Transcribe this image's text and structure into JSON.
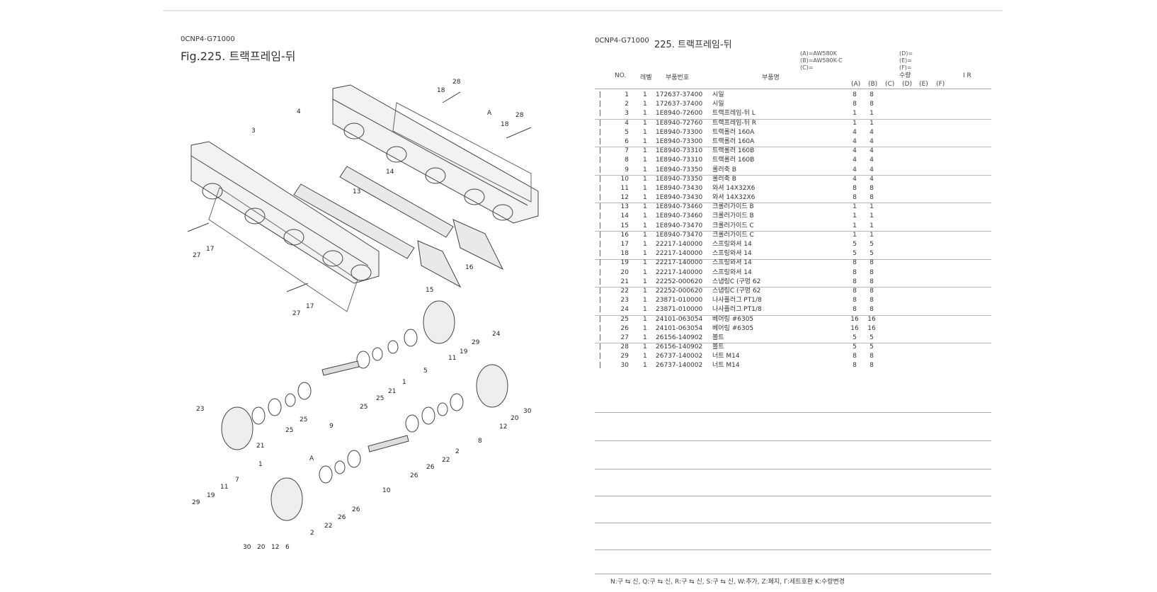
{
  "left": {
    "code": "0CNP4-G71000",
    "title": "Fig.225.  트랙프레임-뒤"
  },
  "callouts": [
    "4",
    "3",
    "28",
    "18",
    "A",
    "28",
    "18",
    "14",
    "13",
    "27",
    "17",
    "16",
    "15",
    "27",
    "17",
    "11",
    "19",
    "29",
    "24",
    "5",
    "1",
    "21",
    "25",
    "25",
    "9",
    "23",
    "21",
    "25",
    "25",
    "7",
    "11",
    "19",
    "29",
    "1",
    "A",
    "10",
    "26",
    "26",
    "22",
    "2",
    "8",
    "12",
    "20",
    "30",
    "2",
    "22",
    "26",
    "26",
    "30",
    "20",
    "12",
    "6"
  ],
  "right": {
    "code": "0CNP4-G71000",
    "title": "225.  트랙프레임-뒤",
    "models": {
      "a": "(A)=AW580K",
      "b": "(B)=AW580K-C",
      "c": "(C)=",
      "d": "(D)=",
      "e": "(E)=",
      "f": "(F)="
    },
    "headers": {
      "no": "NO.",
      "level": "레벨",
      "part_no": "부품번호",
      "name": "부품명",
      "qty": "수량",
      "flags": "I  R",
      "cols": [
        "(A)",
        "(B)",
        "(C)",
        "(D)",
        "(E)",
        "(F)"
      ]
    },
    "rows": [
      {
        "no": "1",
        "lv": "1",
        "pn": "172637-37400",
        "nm": "시일",
        "a": "8",
        "b": "8"
      },
      {
        "no": "2",
        "lv": "1",
        "pn": "172637-37400",
        "nm": "시일",
        "a": "8",
        "b": "8"
      },
      {
        "no": "3",
        "lv": "1",
        "pn": "1E8940-72600",
        "nm": "트랙프레임-뒤 L",
        "a": "1",
        "b": "1"
      },
      {
        "no": "4",
        "lv": "1",
        "pn": "1E8940-72760",
        "nm": "트랙프레임-뒤 R",
        "a": "1",
        "b": "1"
      },
      {
        "no": "5",
        "lv": "1",
        "pn": "1E8940-73300",
        "nm": "트랙롤러 160A",
        "a": "4",
        "b": "4"
      },
      {
        "no": "6",
        "lv": "1",
        "pn": "1E8940-73300",
        "nm": "트랙롤러 160A",
        "a": "4",
        "b": "4"
      },
      {
        "no": "7",
        "lv": "1",
        "pn": "1E8940-73310",
        "nm": "트랙롤러 160B",
        "a": "4",
        "b": "4"
      },
      {
        "no": "8",
        "lv": "1",
        "pn": "1E8940-73310",
        "nm": "트랙롤러 160B",
        "a": "4",
        "b": "4"
      },
      {
        "no": "9",
        "lv": "1",
        "pn": "1E8940-73350",
        "nm": "롤러축 B",
        "a": "4",
        "b": "4"
      },
      {
        "no": "10",
        "lv": "1",
        "pn": "1E8940-73350",
        "nm": "롤러축 B",
        "a": "4",
        "b": "4"
      },
      {
        "no": "11",
        "lv": "1",
        "pn": "1E8940-73430",
        "nm": "와셔 14X32X6",
        "a": "8",
        "b": "8"
      },
      {
        "no": "12",
        "lv": "1",
        "pn": "1E8940-73430",
        "nm": "와셔 14X32X6",
        "a": "8",
        "b": "8"
      },
      {
        "no": "13",
        "lv": "1",
        "pn": "1E8940-73460",
        "nm": "크롤러가이드 B",
        "a": "1",
        "b": "1"
      },
      {
        "no": "14",
        "lv": "1",
        "pn": "1E8940-73460",
        "nm": "크롤러가이드 B",
        "a": "1",
        "b": "1"
      },
      {
        "no": "15",
        "lv": "1",
        "pn": "1E8940-73470",
        "nm": "크롤러가이드 C",
        "a": "1",
        "b": "1"
      },
      {
        "no": "16",
        "lv": "1",
        "pn": "1E8940-73470",
        "nm": "크롤러가이드 C",
        "a": "1",
        "b": "1"
      },
      {
        "no": "17",
        "lv": "1",
        "pn": "22217-140000",
        "nm": "스프링와셔 14",
        "a": "5",
        "b": "5"
      },
      {
        "no": "18",
        "lv": "1",
        "pn": "22217-140000",
        "nm": "스프링와셔 14",
        "a": "5",
        "b": "5"
      },
      {
        "no": "19",
        "lv": "1",
        "pn": "22217-140000",
        "nm": "스프링와셔 14",
        "a": "8",
        "b": "8"
      },
      {
        "no": "20",
        "lv": "1",
        "pn": "22217-140000",
        "nm": "스프링와셔 14",
        "a": "8",
        "b": "8"
      },
      {
        "no": "21",
        "lv": "1",
        "pn": "22252-000620",
        "nm": "스냅링C (구멍 62",
        "a": "8",
        "b": "8"
      },
      {
        "no": "22",
        "lv": "1",
        "pn": "22252-000620",
        "nm": "스냅링C (구멍 62",
        "a": "8",
        "b": "8"
      },
      {
        "no": "23",
        "lv": "1",
        "pn": "23871-010000",
        "nm": "나사플러그 PT1/8",
        "a": "8",
        "b": "8"
      },
      {
        "no": "24",
        "lv": "1",
        "pn": "23871-010000",
        "nm": "나사플러그 PT1/8",
        "a": "8",
        "b": "8"
      },
      {
        "no": "25",
        "lv": "1",
        "pn": "24101-063054",
        "nm": "베어링 #6305",
        "a": "16",
        "b": "16"
      },
      {
        "no": "26",
        "lv": "1",
        "pn": "24101-063054",
        "nm": "베어링 #6305",
        "a": "16",
        "b": "16"
      },
      {
        "no": "27",
        "lv": "1",
        "pn": "26156-140902",
        "nm": "볼트",
        "a": "5",
        "b": "5"
      },
      {
        "no": "28",
        "lv": "1",
        "pn": "26156-140902",
        "nm": "볼트",
        "a": "5",
        "b": "5"
      },
      {
        "no": "29",
        "lv": "1",
        "pn": "26737-140002",
        "nm": "너트 M14",
        "a": "8",
        "b": "8"
      },
      {
        "no": "30",
        "lv": "1",
        "pn": "26737-140002",
        "nm": "너트 M14",
        "a": "8",
        "b": "8"
      }
    ],
    "footer": "N:구 ⇆ 신,   Q:구 ⇆ 신,   R:구 ⇆ 신,   S:구 ⇆ 신,   W:추가,   Z:폐지,   Γ:세트호환      K:수량변경"
  }
}
